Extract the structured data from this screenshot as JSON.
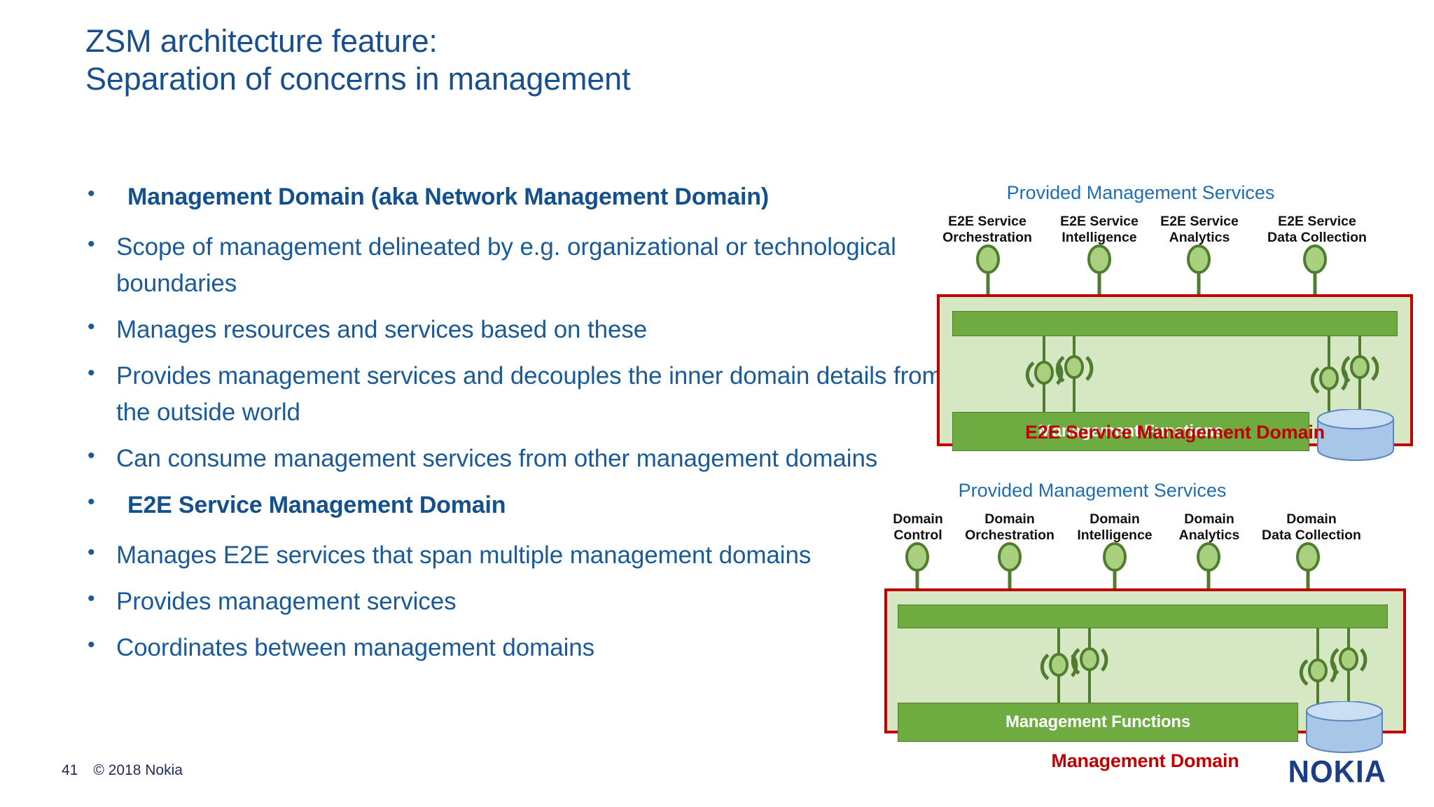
{
  "slide": {
    "title_line1": "ZSM architecture feature:",
    "title_line2": "Separation of concerns in management",
    "page_number": "41",
    "copyright": "© 2018 Nokia",
    "logo_text": "NOKIA",
    "bullet_glyph": "•"
  },
  "colors": {
    "title_blue": "#1a4f8e",
    "body_blue": "#1a5a96",
    "domain_red": "#c00000",
    "green_bar": "#6eab41",
    "green_bar_stroke": "#4f7c2e",
    "domain_fill": "#d5e8c3",
    "db_blue": "#a8c6e8",
    "db_top_blue": "#c5daf0",
    "pms_title_blue": "#1f6db5",
    "nokia_blue": "#1b3c86"
  },
  "bullets": [
    {
      "text": "Management Domain (aka Network Management Domain)",
      "bold": true
    },
    {
      "text": "Scope of management delineated by e.g. organizational or technological boundaries",
      "bold": false
    },
    {
      "text": "Manages resources and services based on these",
      "bold": false
    },
    {
      "text": "Provides management services and decouples the inner domain details from the outside world",
      "bold": false
    },
    {
      "text": "Can consume management services from other management domains",
      "bold": false
    },
    {
      "text": "E2E Service Management Domain",
      "bold": true
    },
    {
      "text": "Manages E2E services that span multiple management domains",
      "bold": false
    },
    {
      "text": "Provides management services",
      "bold": false
    },
    {
      "text": "Coordinates between management domains",
      "bold": false
    }
  ],
  "diagrams": [
    {
      "id": "e2e-service-management-domain",
      "provided_services_title": "Provided Management Services",
      "services": [
        {
          "line1": "E2E Service",
          "line2": "Orchestration"
        },
        {
          "line1": "E2E Service",
          "line2": "Intelligence"
        },
        {
          "line1": "E2E Service",
          "line2": "Analytics"
        },
        {
          "line1": "E2E Service",
          "line2": "Data Collection"
        }
      ],
      "management_functions_label": "Management Functions",
      "domain_caption": "E2E Service Management Domain"
    },
    {
      "id": "management-domain",
      "provided_services_title": "Provided Management Services",
      "services": [
        {
          "line1": "Domain",
          "line2": "Control"
        },
        {
          "line1": "Domain",
          "line2": "Orchestration"
        },
        {
          "line1": "Domain",
          "line2": "Intelligence"
        },
        {
          "line1": "Domain",
          "line2": "Analytics"
        },
        {
          "line1": "Domain",
          "line2": "Data Collection"
        }
      ],
      "management_functions_label": "Management Functions",
      "domain_caption": "Management Domain"
    }
  ]
}
